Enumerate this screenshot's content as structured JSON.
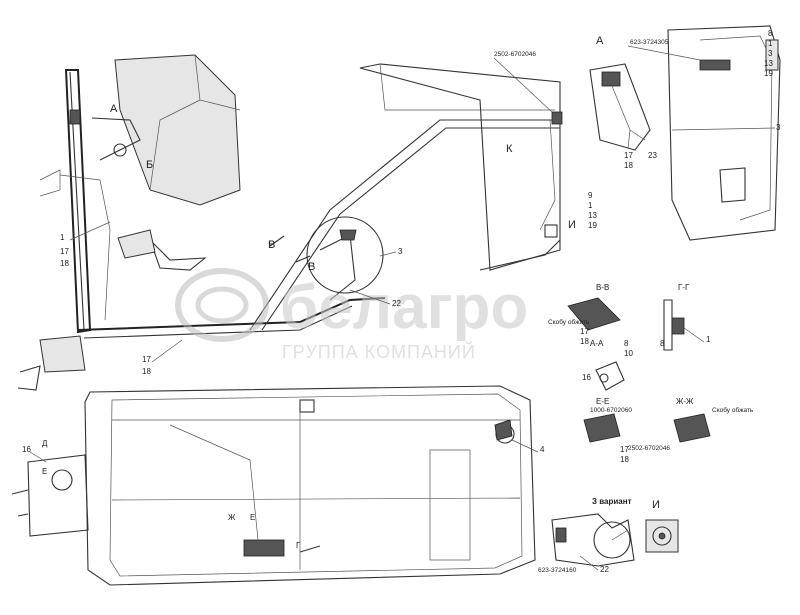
{
  "watermark": {
    "brand": "белагро",
    "tagline": "ГРУППА КОМПАНИЙ",
    "color": "#c8c8c8"
  },
  "views": {
    "A": "А",
    "A_small": "А",
    "B": "Б",
    "V": "В",
    "G_G": "Г-Г",
    "V_V": "В-В",
    "A_A": "А-А",
    "E_E": "Е-Е",
    "ZH_ZH": "Ж-Ж",
    "Z_variant": "З вариант",
    "I": "И",
    "I_small": "И",
    "D": "Д",
    "E_small": "Е",
    "ZH_small": "Ж",
    "E_mark": "Е",
    "G_mark": "Г",
    "K": "К"
  },
  "part_numbers": {
    "top_center": "2502-6702046",
    "top_right": "623-3724305",
    "e_e": "1000-6702060",
    "zh_zh": "2502-6702046",
    "bottom": "623-3724160"
  },
  "notes": {
    "v_v": "Скобу обжать",
    "zh_zh": "Скобу обжать"
  },
  "callouts": {
    "c1_left": "1",
    "c17_left": "17",
    "c18_left": "18",
    "c17_bottom": "17",
    "c18_bottom": "18",
    "c3_center": "3",
    "c22_center": "22",
    "c17_a": "17",
    "c18_a": "18",
    "c23_a": "23",
    "c9": "9",
    "c1_stack": "1",
    "c13": "13",
    "c19": "19",
    "c8_r": "8",
    "c1_r": "1",
    "c3_r": "3",
    "c13_r": "13",
    "c19_r": "19",
    "c3_right": "3",
    "c17_vv": "17",
    "c18_vv": "18",
    "c8_aa": "8",
    "c10_aa": "10",
    "c16_aa": "16",
    "c8_gg": "8",
    "c1_gg": "1",
    "c17_ee": "17",
    "c18_ee": "18",
    "c4": "4",
    "c16_bl": "16",
    "c22_bot": "22"
  }
}
